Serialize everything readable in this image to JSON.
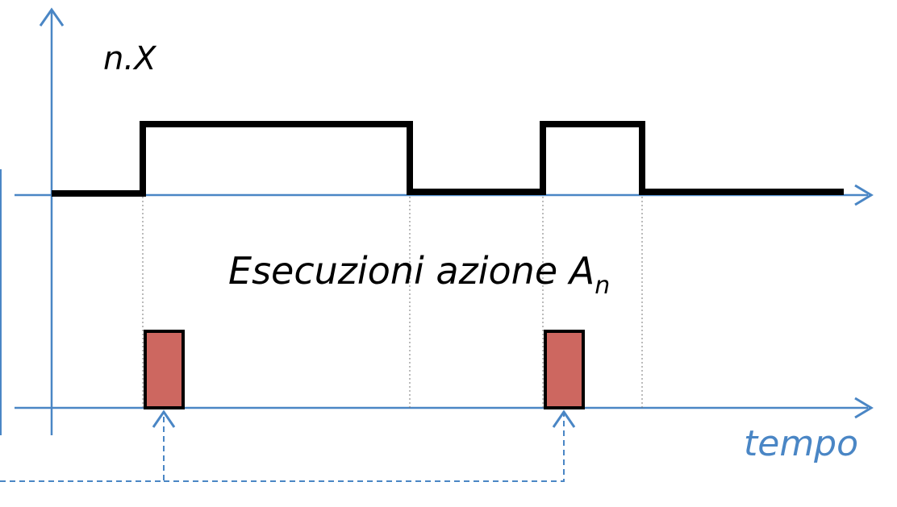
{
  "diagram": {
    "signal_label": "n.X",
    "action_label_main": "Esecuzioni azione A",
    "action_label_sub": "n",
    "time_axis_label": "tempo"
  },
  "colors": {
    "axis": "#4a86c5",
    "signal": "#000000",
    "pulse_fill": "#cd6760",
    "pulse_stroke": "#000000",
    "guide": "#666666"
  },
  "icons": [
    "arrow-up-icon",
    "arrow-right-icon"
  ]
}
